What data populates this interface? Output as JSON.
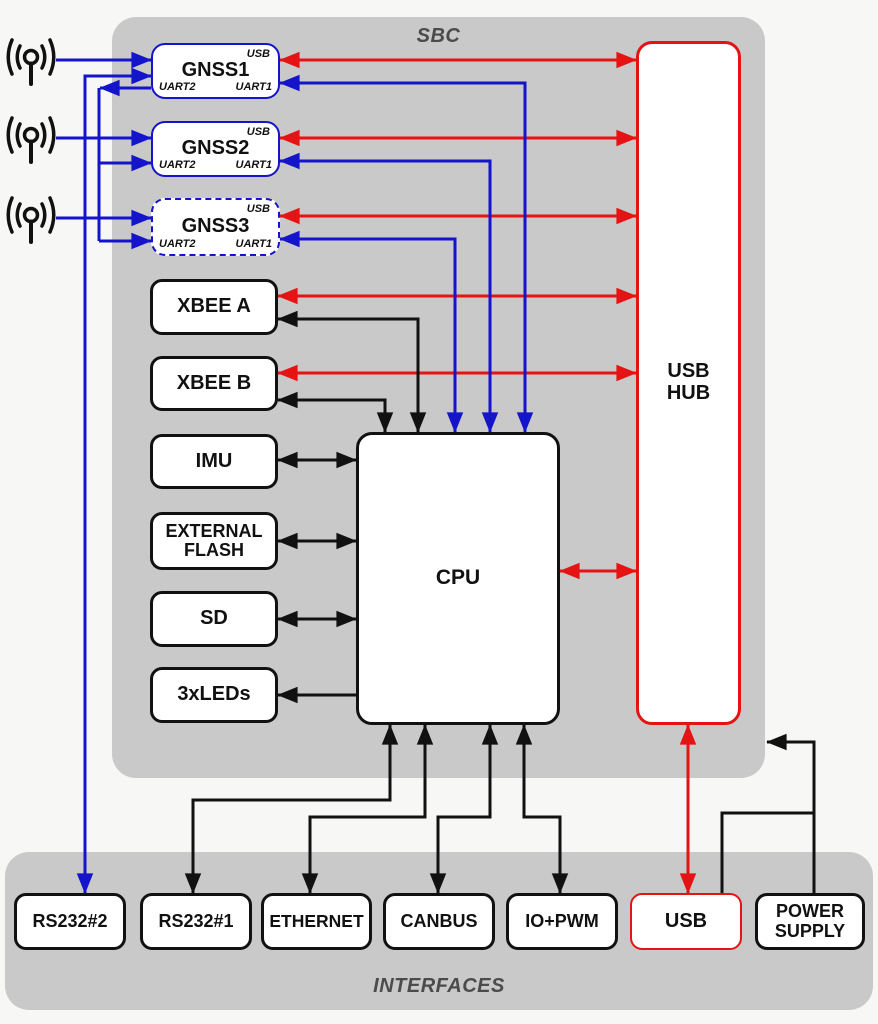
{
  "colors": {
    "page_bg": "#f7f7f6",
    "region_bg": "#c9c9c9",
    "box_bg": "#ffffff",
    "black_wire": "#111111",
    "blue_wire": "#1414cb",
    "red_wire": "#e51414"
  },
  "regions": {
    "sbc": {
      "label": "SBC"
    },
    "interfaces": {
      "label": "INTERFACES"
    }
  },
  "blocks": {
    "gnss1": {
      "label": "GNSS1",
      "ports": {
        "usb": "USB",
        "uart1": "UART1",
        "uart2": "UART2"
      }
    },
    "gnss2": {
      "label": "GNSS2",
      "ports": {
        "usb": "USB",
        "uart1": "UART1",
        "uart2": "UART2"
      }
    },
    "gnss3": {
      "label": "GNSS3",
      "ports": {
        "usb": "USB",
        "uart1": "UART1",
        "uart2": "UART2"
      }
    },
    "xbee_a": {
      "label": "XBEE A"
    },
    "xbee_b": {
      "label": "XBEE B"
    },
    "imu": {
      "label": "IMU"
    },
    "external_flash": {
      "label": "EXTERNAL FLASH"
    },
    "sd": {
      "label": "SD"
    },
    "leds": {
      "label": "3xLEDs"
    },
    "cpu": {
      "label": "CPU"
    },
    "usb_hub": {
      "label": "USB HUB"
    }
  },
  "interfaces": [
    {
      "id": "rs232_2",
      "label": "RS232#2"
    },
    {
      "id": "rs232_1",
      "label": "RS232#1"
    },
    {
      "id": "ethernet",
      "label": "ETHERNET"
    },
    {
      "id": "canbus",
      "label": "CANBUS"
    },
    {
      "id": "io_pwm",
      "label": "IO+PWM"
    },
    {
      "id": "usb",
      "label": "USB"
    },
    {
      "id": "power_supply",
      "label": "POWER SUPPLY"
    }
  ],
  "icons": [
    {
      "name": "antenna-icon",
      "for": "gnss1"
    },
    {
      "name": "antenna-icon",
      "for": "gnss2"
    },
    {
      "name": "antenna-icon",
      "for": "gnss3"
    }
  ]
}
